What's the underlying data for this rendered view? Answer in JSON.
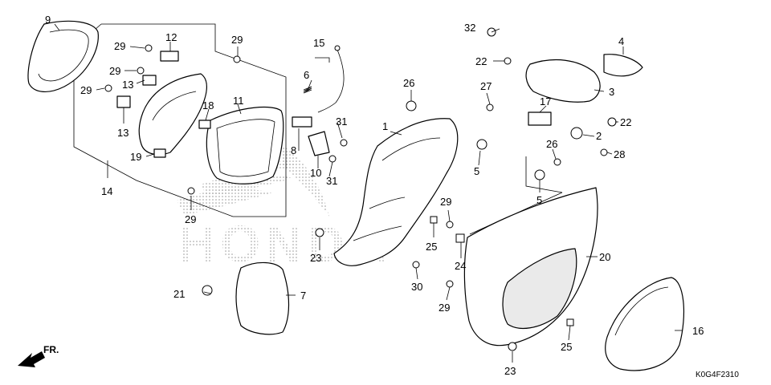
{
  "watermark": "HONDA",
  "direction_label": "FR.",
  "reference_code": "K0G4F2310",
  "callouts": {
    "c1": "1",
    "c2": "2",
    "c3": "3",
    "c4": "4",
    "c5a": "5",
    "c5b": "5",
    "c6": "6",
    "c7": "7",
    "c8": "8",
    "c9": "9",
    "c10": "10",
    "c11": "11",
    "c12": "12",
    "c13a": "13",
    "c13b": "13",
    "c14": "14",
    "c15": "15",
    "c16": "16",
    "c17": "17",
    "c18": "18",
    "c19": "19",
    "c20": "20",
    "c21": "21",
    "c22a": "22",
    "c22b": "22",
    "c23a": "23",
    "c23b": "23",
    "c24": "24",
    "c25a": "25",
    "c25b": "25",
    "c26a": "26",
    "c26b": "26",
    "c27": "27",
    "c28": "28",
    "c29a": "29",
    "c29b": "29",
    "c29c": "29",
    "c29d": "29",
    "c29e": "29",
    "c29f": "29",
    "c30": "30",
    "c31a": "31",
    "c31b": "31",
    "c32": "32"
  }
}
